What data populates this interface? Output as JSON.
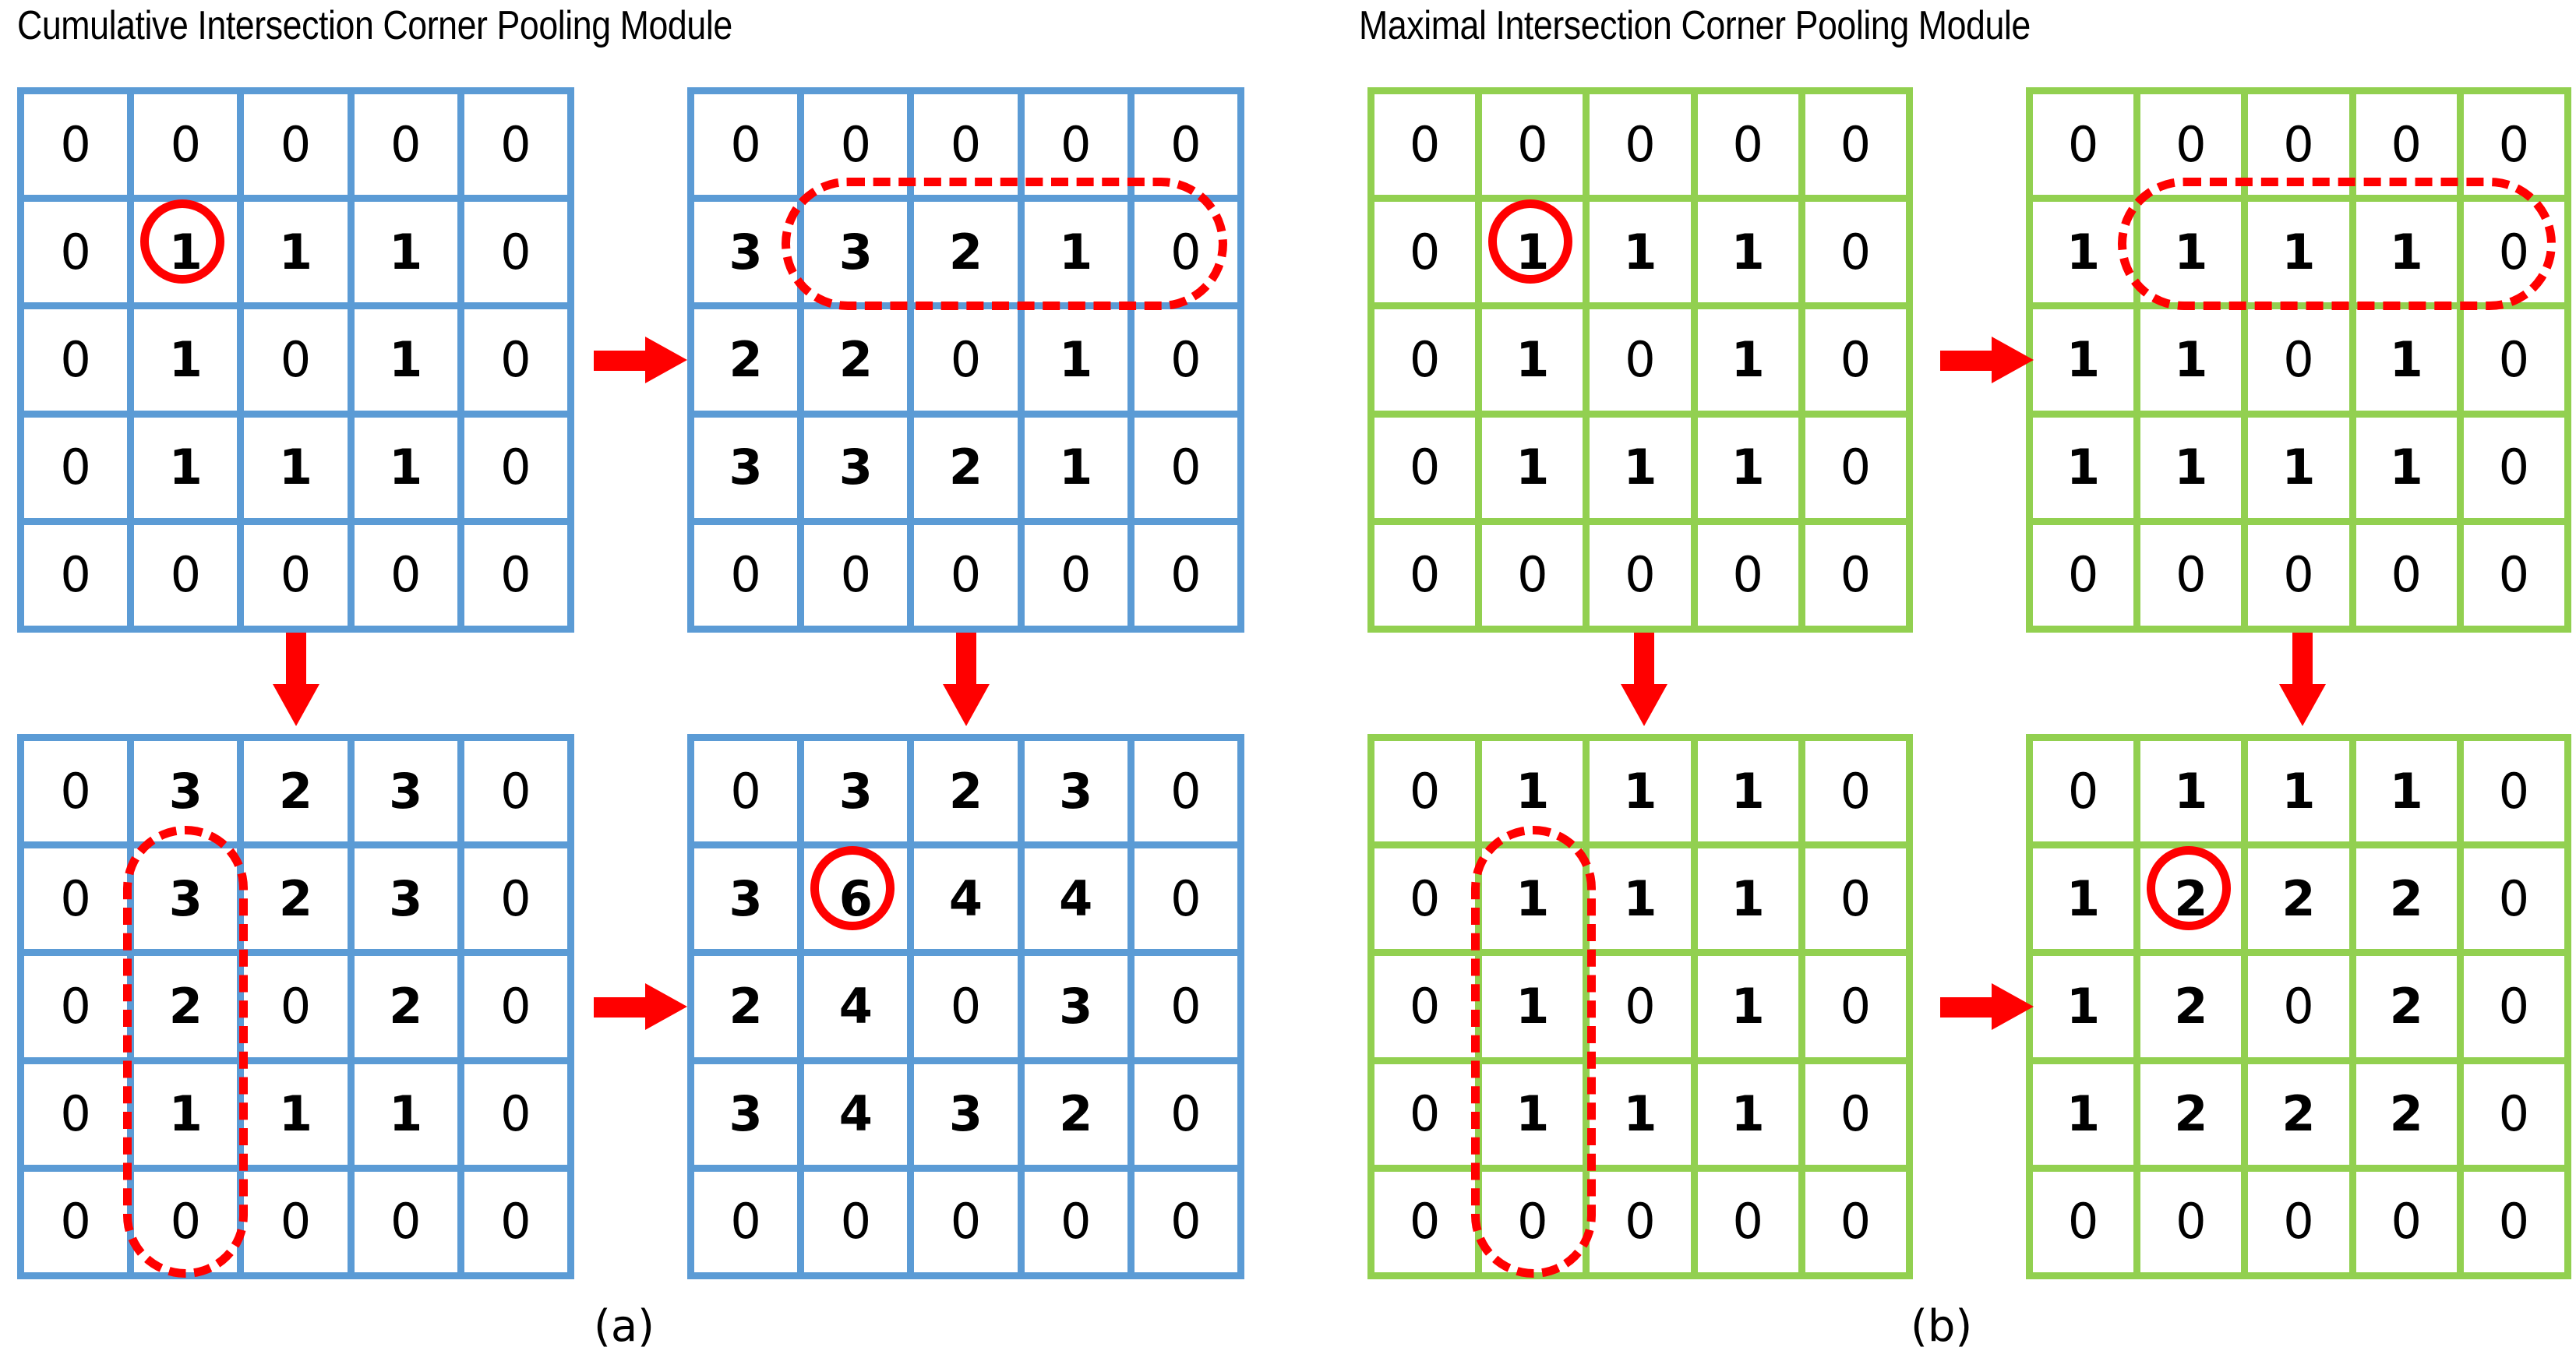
{
  "figure": {
    "panels": [
      {
        "id": "a",
        "title": "Cumulative Intersection Corner Pooling Module",
        "caption": "(a)",
        "accent_color": "#5B9BD5",
        "grids": [
          {
            "id": "a1",
            "rows": [
              [
                "0",
                "0",
                "0",
                "0",
                "0"
              ],
              [
                "0",
                "1",
                "1",
                "1",
                "0"
              ],
              [
                "0",
                "1",
                "0",
                "1",
                "0"
              ],
              [
                "0",
                "1",
                "1",
                "1",
                "0"
              ],
              [
                "0",
                "0",
                "0",
                "0",
                "0"
              ]
            ],
            "highlight": {
              "type": "circle",
              "cell": "r2c2"
            }
          },
          {
            "id": "a2",
            "rows": [
              [
                "0",
                "0",
                "0",
                "0",
                "0"
              ],
              [
                "3",
                "3",
                "2",
                "1",
                "0"
              ],
              [
                "2",
                "2",
                "0",
                "1",
                "0"
              ],
              [
                "3",
                "3",
                "2",
                "1",
                "0"
              ],
              [
                "0",
                "0",
                "0",
                "0",
                "0"
              ]
            ],
            "highlight": {
              "type": "capsule-horizontal",
              "row": 2,
              "cols": "2-5"
            }
          },
          {
            "id": "a3",
            "rows": [
              [
                "0",
                "3",
                "2",
                "3",
                "0"
              ],
              [
                "0",
                "3",
                "2",
                "3",
                "0"
              ],
              [
                "0",
                "2",
                "0",
                "2",
                "0"
              ],
              [
                "0",
                "1",
                "1",
                "1",
                "0"
              ],
              [
                "0",
                "0",
                "0",
                "0",
                "0"
              ]
            ],
            "highlight": {
              "type": "capsule-vertical",
              "col": 2,
              "rows": "2-5"
            }
          },
          {
            "id": "a4",
            "rows": [
              [
                "0",
                "3",
                "2",
                "3",
                "0"
              ],
              [
                "3",
                "6",
                "4",
                "4",
                "0"
              ],
              [
                "2",
                "4",
                "0",
                "3",
                "0"
              ],
              [
                "3",
                "4",
                "3",
                "2",
                "0"
              ],
              [
                "0",
                "0",
                "0",
                "0",
                "0"
              ]
            ],
            "highlight": {
              "type": "circle",
              "cell": "r2c2"
            }
          }
        ]
      },
      {
        "id": "b",
        "title": "Maximal  Intersection Corner Pooling Module",
        "caption": "(b)",
        "accent_color": "#92D050",
        "grids": [
          {
            "id": "b1",
            "rows": [
              [
                "0",
                "0",
                "0",
                "0",
                "0"
              ],
              [
                "0",
                "1",
                "1",
                "1",
                "0"
              ],
              [
                "0",
                "1",
                "0",
                "1",
                "0"
              ],
              [
                "0",
                "1",
                "1",
                "1",
                "0"
              ],
              [
                "0",
                "0",
                "0",
                "0",
                "0"
              ]
            ],
            "highlight": {
              "type": "circle",
              "cell": "r2c2"
            }
          },
          {
            "id": "b2",
            "rows": [
              [
                "0",
                "0",
                "0",
                "0",
                "0"
              ],
              [
                "1",
                "1",
                "1",
                "1",
                "0"
              ],
              [
                "1",
                "1",
                "0",
                "1",
                "0"
              ],
              [
                "1",
                "1",
                "1",
                "1",
                "0"
              ],
              [
                "0",
                "0",
                "0",
                "0",
                "0"
              ]
            ],
            "highlight": {
              "type": "capsule-horizontal",
              "row": 2,
              "cols": "2-5"
            }
          },
          {
            "id": "b3",
            "rows": [
              [
                "0",
                "1",
                "1",
                "1",
                "0"
              ],
              [
                "0",
                "1",
                "1",
                "1",
                "0"
              ],
              [
                "0",
                "1",
                "0",
                "1",
                "0"
              ],
              [
                "0",
                "1",
                "1",
                "1",
                "0"
              ],
              [
                "0",
                "0",
                "0",
                "0",
                "0"
              ]
            ],
            "highlight": {
              "type": "capsule-vertical",
              "col": 2,
              "rows": "2-5"
            }
          },
          {
            "id": "b4",
            "rows": [
              [
                "0",
                "1",
                "1",
                "1",
                "0"
              ],
              [
                "1",
                "2",
                "2",
                "2",
                "0"
              ],
              [
                "1",
                "2",
                "0",
                "2",
                "0"
              ],
              [
                "1",
                "2",
                "2",
                "2",
                "0"
              ],
              [
                "0",
                "0",
                "0",
                "0",
                "0"
              ]
            ],
            "highlight": {
              "type": "circle",
              "cell": "r2c2"
            }
          }
        ]
      }
    ],
    "arrow_color": "#FF0000",
    "highlight_color": "#FF0000"
  }
}
